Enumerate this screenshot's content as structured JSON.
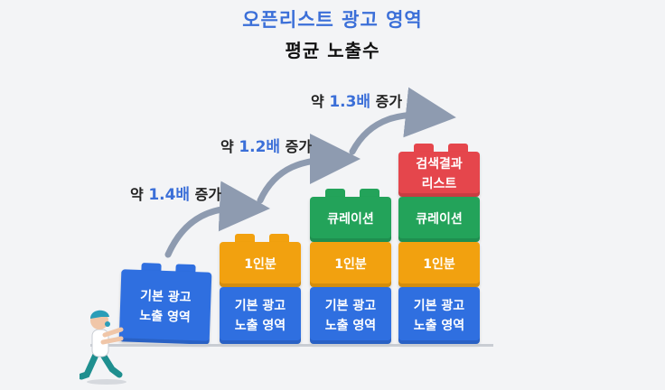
{
  "title_line1": "오픈리스트 광고 영역",
  "title_line2": "평균 노출수",
  "increase_labels": [
    {
      "prefix": "약",
      "value": "1.4배",
      "suffix": "증가"
    },
    {
      "prefix": "약",
      "value": "1.2배",
      "suffix": "증가"
    },
    {
      "prefix": "약",
      "value": "1.3배",
      "suffix": "증가"
    }
  ],
  "blocks": {
    "basic_line1": "기본 광고",
    "basic_line2": "노출 영역",
    "onein": "1인분",
    "curation": "큐레이션",
    "search_line1": "검색결과",
    "search_line2": "리스트"
  },
  "colors": {
    "title_accent": "#3b6fd8",
    "accent_number": "#3b6fd8",
    "blue_block": "#2f6fe0",
    "orange_block": "#f2a10f",
    "green_block": "#23a35a",
    "red_block": "#e5464c",
    "arrow": "#8e9bb0"
  }
}
